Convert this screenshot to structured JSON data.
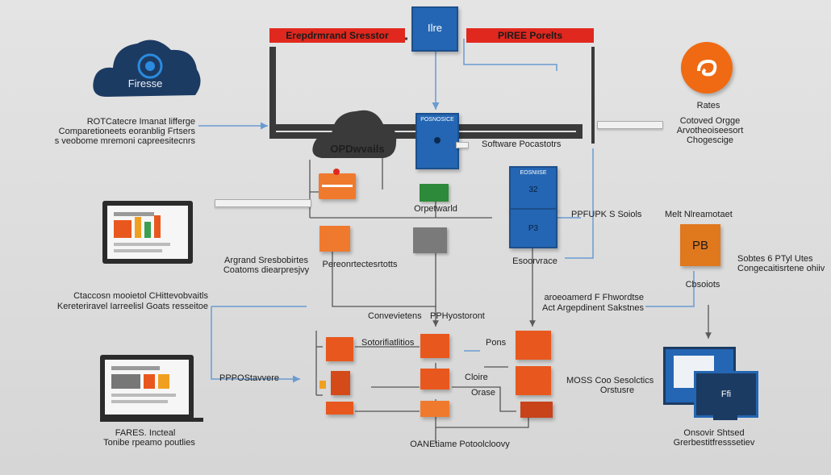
{
  "top": {
    "banner_left": "Erepdrmrand Sresstor",
    "center_box": "Ilre",
    "banner_right": "PIREE Porelts"
  },
  "cloud_left": {
    "label": "Firesse"
  },
  "cloud_center": {
    "label": "OPDwvails"
  },
  "left": {
    "block1": [
      "ROTCatecre Imanat lifferge",
      "Comparetioneets eoranblig Frtsers",
      "s veobome mremoni capreesitecnrs"
    ],
    "block2": [
      "Argrand Sresbobirtes",
      "Coatoms diearpresjvy"
    ],
    "block3": [
      "Ctaccosn mooietol CHittevobvaitls",
      "Kereteriravel Iarreelisl Goats resseitoe"
    ],
    "monitor2_label": "FARES. Incteal",
    "monitor2_sub": "Tonibe rpeamo poutlies",
    "ppo_label": "PPPOStavvere"
  },
  "center": {
    "software_label": "Software Pocastotrs",
    "blue_box_label": "POSNOSICE",
    "switch_label": "Orpetwarld",
    "process_label": "Pereonrtectesrtotts",
    "convert_label": "Convevietens",
    "pp_label": "PPHyostoront",
    "sotor_label": "Sotorifiatlitios",
    "pons_label": "Pons",
    "cloire_label": "Cloire",
    "orase_label": "Orase",
    "bottom_label": "OANEtiame Potoolcloovy"
  },
  "right_center": {
    "server_top": "EOSNIISE",
    "server_mid": "32",
    "server_bot": "P3",
    "server_side": "PPFUPK S Soiols",
    "server_caption": "Esoorvrace",
    "cross_label": [
      "aroeoamerd F Fhwordtse",
      "Act Argepdinent Sakstnes"
    ]
  },
  "right": {
    "badge_label": "Rates",
    "badge_desc": [
      "Cotoved Orgge",
      "Arvotheoiseesort",
      "Chogescige"
    ],
    "met_label": "Melt Nlreamotaet",
    "pb_label": "PB",
    "pb_caption": "Cbsoiots",
    "pb_desc": [
      "Sobtes 6 PTyl Utes",
      "Congecaitisrtene ohiiv"
    ],
    "mos_label": "MOSS Coo Sesolctics",
    "mos_sub": "Orstusre",
    "screen_label": "Ffi",
    "screen_caption": "Onsovir Shtsed",
    "screen_sub": "Grerbestitfresssetiev"
  },
  "colors": {
    "red": "#e0281e",
    "blue": "#2466b3",
    "orange": "#e8581e",
    "navy": "#1c3b63",
    "wire": "#6a9bd1"
  }
}
